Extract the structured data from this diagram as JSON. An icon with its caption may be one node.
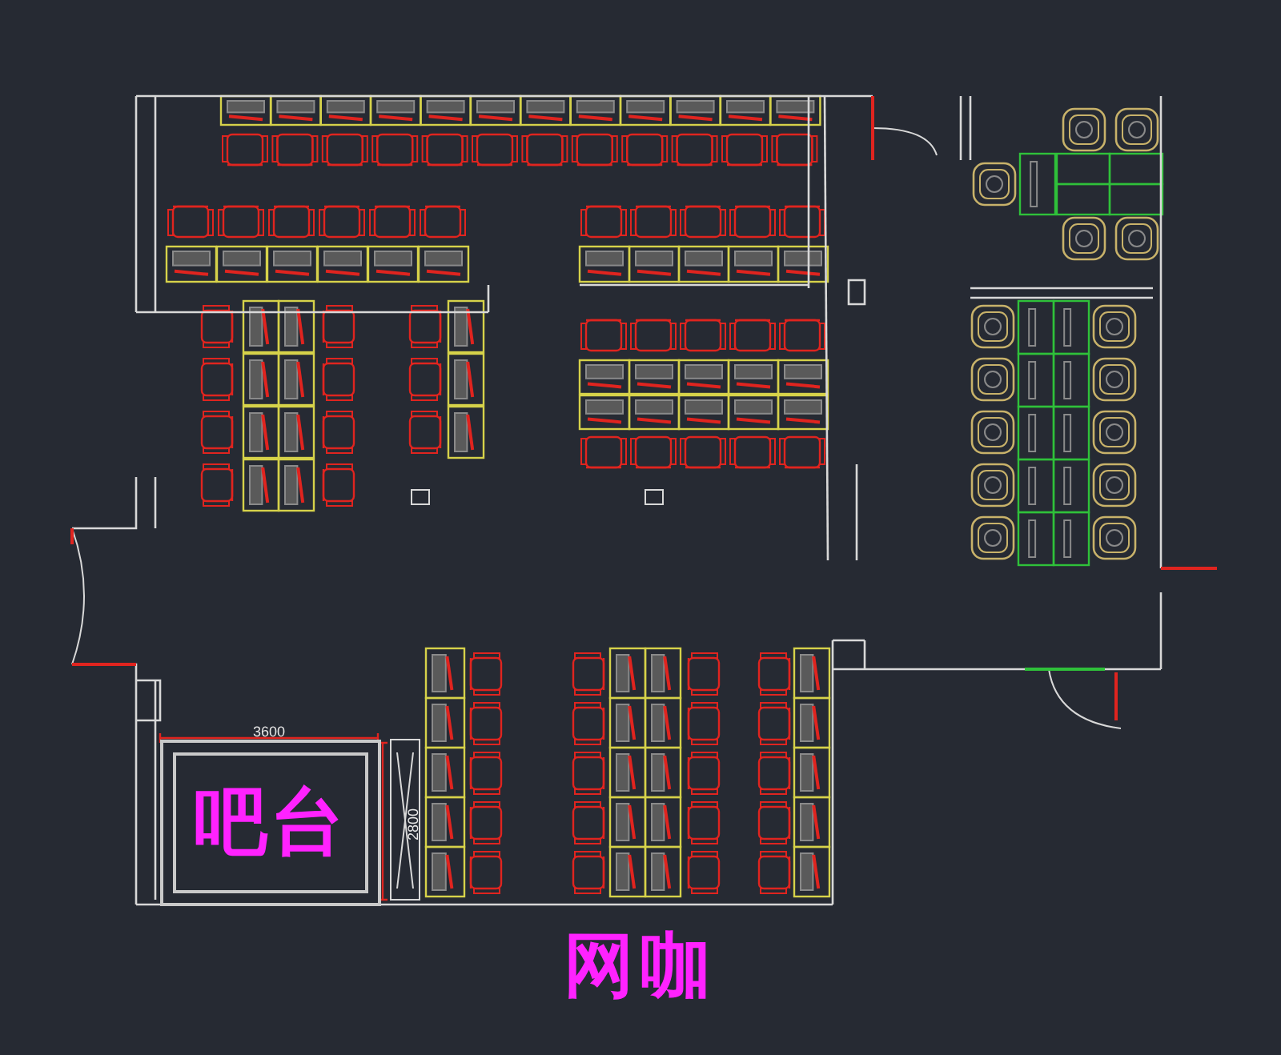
{
  "diagram": {
    "title": "网咖",
    "nodes": [
      {
        "text": [
          "吧台"
        ]
      }
    ],
    "labels": [
      "3600",
      "2800"
    ]
  }
}
